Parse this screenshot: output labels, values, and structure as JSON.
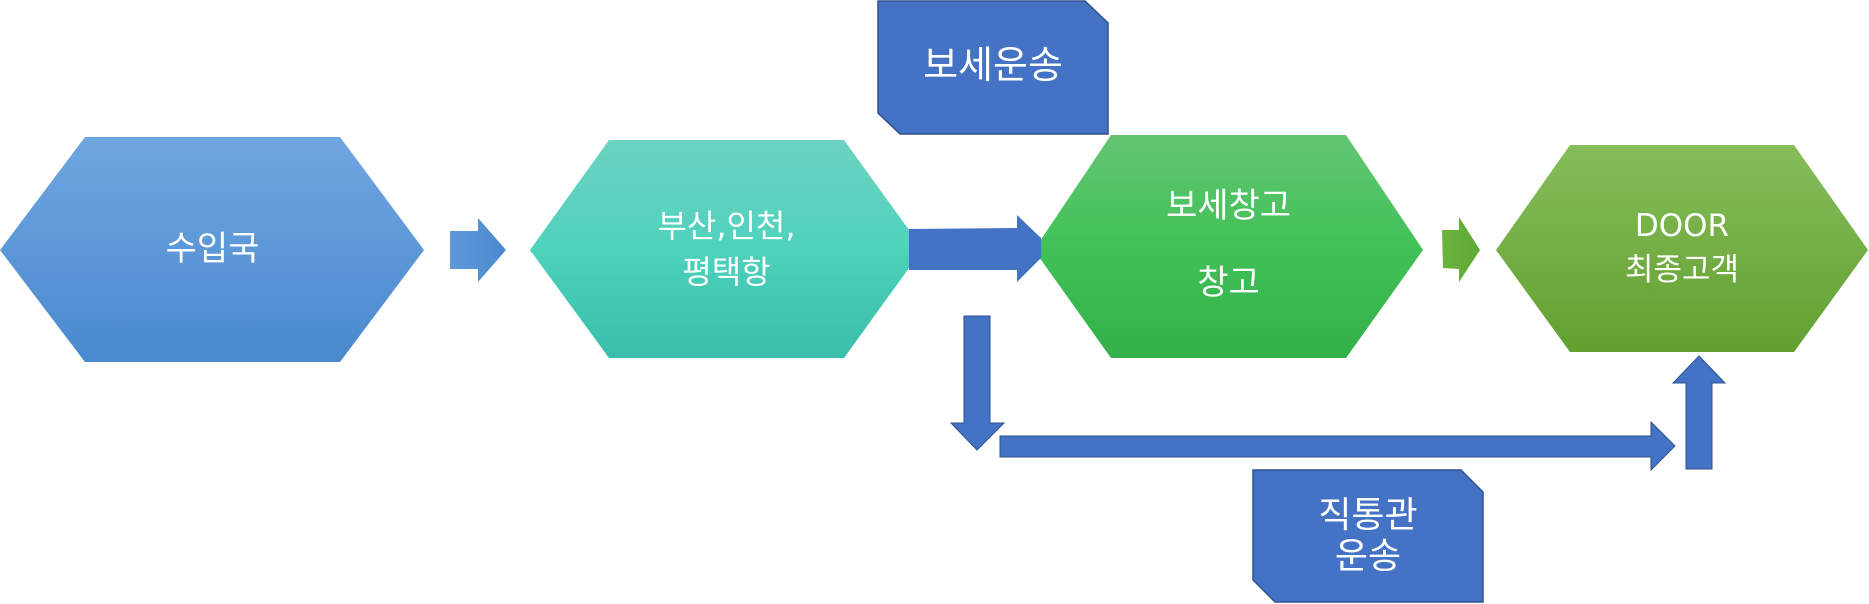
{
  "nodes": {
    "import_country": {
      "line1": "수입국"
    },
    "ports": {
      "line1": "부산,인천,",
      "line2": "평택항"
    },
    "bonded_warehouse": {
      "line1": "보세창고",
      "line2": "창고"
    },
    "door": {
      "line1": "DOOR",
      "line2": "최종고객"
    }
  },
  "callouts": {
    "bonded_transport": {
      "line1": "보세운송"
    },
    "direct_clearance": {
      "line1": "직통관",
      "line2": "운송"
    }
  },
  "colors": {
    "blue_top": "#6fa6e0",
    "blue_bottom": "#4a89cf",
    "teal_top": "#6dd2c2",
    "teal_bottom": "#38bea9",
    "green_top": "#63c573",
    "green_bottom": "#33b04a",
    "olive_top": "#86bd5a",
    "olive_bottom": "#62a030",
    "callout": "#4472c4",
    "callout_stroke": "#2f528f"
  }
}
